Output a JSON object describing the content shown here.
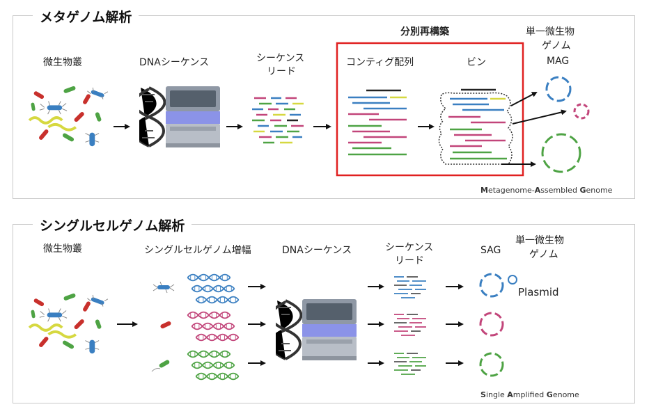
{
  "meta": {
    "title": "メタゲノム解析",
    "steps": [
      "微生物叢",
      "DNAシーケンス",
      "シーケンス",
      "リード",
      "コンティグ配列",
      "ビン"
    ],
    "box_title": "分別再構築",
    "mag_label": [
      "単一微生物",
      "ゲノム",
      "MAG"
    ],
    "footnote": {
      "b1": "M",
      "t1": "etagenome-",
      "b2": "A",
      "t2": "ssembled ",
      "b3": "G",
      "t3": "enome"
    }
  },
  "single": {
    "title": "シングルセルゲノム解析",
    "steps": [
      "微生物叢",
      "シングルセルゲノム増幅",
      "DNAシーケンス",
      "シーケンス",
      "リード",
      "SAG"
    ],
    "genome_label": [
      "単一微生物",
      "ゲノム"
    ],
    "plasmid": "Plasmid",
    "footnote": {
      "b1": "S",
      "t1": "ingle ",
      "b2": "A",
      "t2": "mplified ",
      "b3": "G",
      "t3": "enome"
    }
  },
  "colors": {
    "blue": "#3a7fc1",
    "pink": "#c2457a",
    "green": "#4ea344",
    "yellow": "#d6d840",
    "red": "#c8302c",
    "black": "#222222",
    "box": "#e02020",
    "panel": "#c8c8c8"
  }
}
